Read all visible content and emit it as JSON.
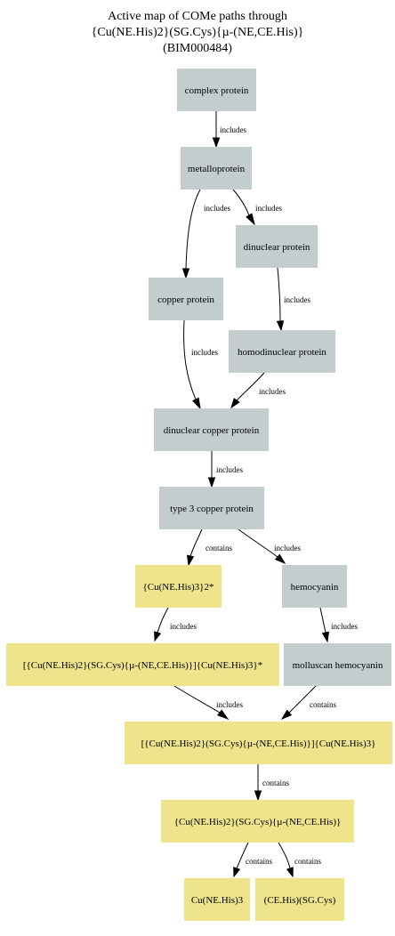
{
  "title": {
    "lines": [
      "Active map of COMe paths through",
      "{Cu(NE.His)2}(SG.Cys){µ-(NE,CE.His)}",
      "(BIM000484)"
    ]
  },
  "colors": {
    "protein_node": "#c3cdcd",
    "component_node": "#eee48c",
    "edge": "#000000"
  },
  "nodes": [
    {
      "id": "complex-protein",
      "label": "complex protein",
      "kind": "protein"
    },
    {
      "id": "metalloprotein",
      "label": "metalloprotein",
      "kind": "protein"
    },
    {
      "id": "dinuclear-protein",
      "label": "dinuclear protein",
      "kind": "protein"
    },
    {
      "id": "copper-protein",
      "label": "copper protein",
      "kind": "protein"
    },
    {
      "id": "homodinuclear-protein",
      "label": "homodinuclear protein",
      "kind": "protein"
    },
    {
      "id": "dinuclear-copper-protein",
      "label": "dinuclear copper protein",
      "kind": "protein"
    },
    {
      "id": "type-3-copper-protein",
      "label": "type 3 copper protein",
      "kind": "protein"
    },
    {
      "id": "cu-ne-his-3-2",
      "label": "{Cu(NE.His)3}2*",
      "kind": "component"
    },
    {
      "id": "hemocyanin",
      "label": "hemocyanin",
      "kind": "protein"
    },
    {
      "id": "cu-combo-star",
      "label": "[{Cu(NE.His)2}(SG.Cys){µ-(NE,CE.His)}]{Cu(NE.His)3}*",
      "kind": "component"
    },
    {
      "id": "molluscan-hemocyanin",
      "label": "molluscan hemocyanin",
      "kind": "protein"
    },
    {
      "id": "cu-combo",
      "label": "[{Cu(NE.His)2}(SG.Cys){µ-(NE,CE.His)}]{Cu(NE.His)3}",
      "kind": "component"
    },
    {
      "id": "cu-core",
      "label": "{Cu(NE.His)2}(SG.Cys){µ-(NE,CE.His)}",
      "kind": "component"
    },
    {
      "id": "cu-ne-his-3",
      "label": "Cu(NE.His)3",
      "kind": "component"
    },
    {
      "id": "ce-his-sg-cys",
      "label": "(CE.His)(SG.Cys)",
      "kind": "component"
    }
  ],
  "edges": [
    {
      "id": "e1",
      "from": "complex-protein",
      "to": "metalloprotein",
      "label": "includes"
    },
    {
      "id": "e2",
      "from": "metalloprotein",
      "to": "copper-protein",
      "label": "includes"
    },
    {
      "id": "e3",
      "from": "metalloprotein",
      "to": "dinuclear-protein",
      "label": "includes"
    },
    {
      "id": "e4",
      "from": "dinuclear-protein",
      "to": "homodinuclear-protein",
      "label": "includes"
    },
    {
      "id": "e5",
      "from": "copper-protein",
      "to": "dinuclear-copper-protein",
      "label": "includes"
    },
    {
      "id": "e6",
      "from": "homodinuclear-protein",
      "to": "dinuclear-copper-protein",
      "label": "includes"
    },
    {
      "id": "e7",
      "from": "dinuclear-copper-protein",
      "to": "type-3-copper-protein",
      "label": "includes"
    },
    {
      "id": "e8",
      "from": "type-3-copper-protein",
      "to": "cu-ne-his-3-2",
      "label": "contains"
    },
    {
      "id": "e9",
      "from": "type-3-copper-protein",
      "to": "hemocyanin",
      "label": "includes"
    },
    {
      "id": "e10",
      "from": "cu-ne-his-3-2",
      "to": "cu-combo-star",
      "label": "includes"
    },
    {
      "id": "e11",
      "from": "hemocyanin",
      "to": "molluscan-hemocyanin",
      "label": "includes"
    },
    {
      "id": "e12",
      "from": "cu-combo-star",
      "to": "cu-combo",
      "label": "includes"
    },
    {
      "id": "e13",
      "from": "molluscan-hemocyanin",
      "to": "cu-combo",
      "label": "contains"
    },
    {
      "id": "e14",
      "from": "cu-combo",
      "to": "cu-core",
      "label": "contains"
    },
    {
      "id": "e15",
      "from": "cu-core",
      "to": "cu-ne-his-3",
      "label": "contains"
    },
    {
      "id": "e16",
      "from": "cu-core",
      "to": "ce-his-sg-cys",
      "label": "contains"
    }
  ]
}
